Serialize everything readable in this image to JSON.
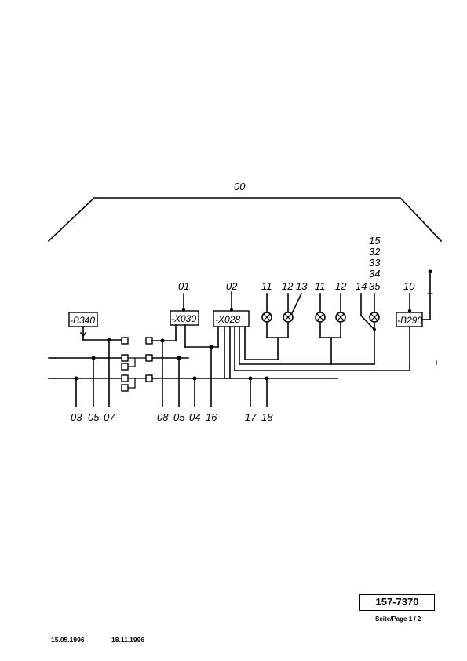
{
  "diagram": {
    "top_label": "00",
    "components": {
      "b340": "-B340",
      "x030": "-X030",
      "x028": "-X028",
      "b290": "-B290"
    },
    "upper_refs": {
      "r01": "01",
      "r02": "02",
      "r11a": "11",
      "r12a": "12",
      "r13": "13",
      "r11b": "11",
      "r12b": "12",
      "r14": "14",
      "r10": "10",
      "stack": [
        "15",
        "32",
        "33",
        "34",
        "35"
      ]
    },
    "lower_refs": {
      "r03": "03",
      "r05a": "05",
      "r07": "07",
      "r08": "08",
      "r05b": "05",
      "r04": "04",
      "r16": "16",
      "r17": "17",
      "r18": "18"
    }
  },
  "footer": {
    "doc_number": "157-7370",
    "page_indicator": "Seite/Page 1 / 2",
    "date_created": "15.05.1996",
    "date_modified": "18.11.1996"
  }
}
